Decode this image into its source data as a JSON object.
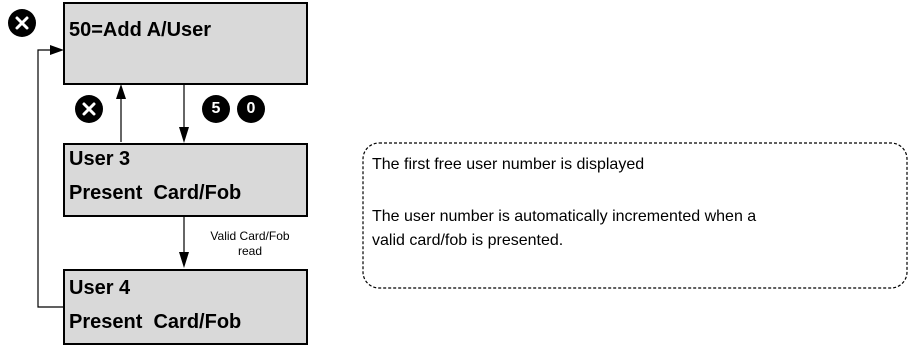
{
  "screens": {
    "menu": {
      "line1": "50=Add A/User"
    },
    "user3": {
      "line1": "User 3",
      "line2": "Present  Card/Fob"
    },
    "user4": {
      "line1": "User 4",
      "line2": "Present  Card/Fob"
    }
  },
  "keys": {
    "digit1": "5",
    "digit2": "0"
  },
  "transition_label": "Valid Card/Fob read",
  "transition_label_lines": [
    "Valid Card/Fob",
    "read"
  ],
  "note": {
    "line1": "The first free user number is displayed",
    "line2": "The user number is automatically incremented when a",
    "line3": "valid card/fob is presented."
  }
}
